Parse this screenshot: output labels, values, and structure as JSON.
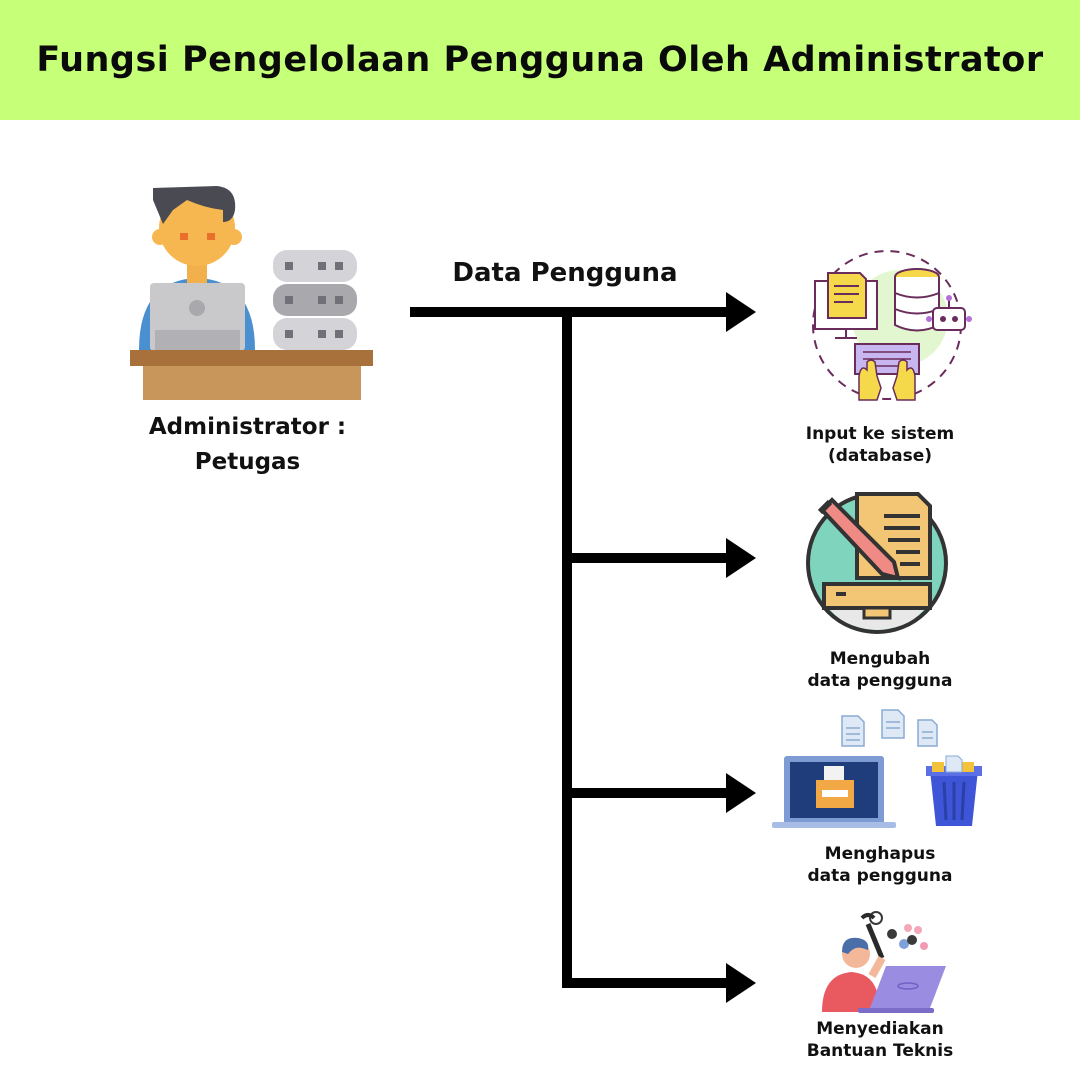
{
  "header": {
    "title": "Fungsi Pengelolaan Pengguna Oleh Administrator"
  },
  "admin": {
    "line1": "Administrator :",
    "line2": "Petugas"
  },
  "flow": {
    "label": "Data Pengguna"
  },
  "functions": [
    {
      "line1": "Input ke sistem",
      "line2": "(database)",
      "icon": "database-input-icon"
    },
    {
      "line1": "Mengubah",
      "line2": "data pengguna",
      "icon": "edit-document-icon"
    },
    {
      "line1": "Menghapus",
      "line2": "data pengguna",
      "icon": "delete-data-icon"
    },
    {
      "line1": "Menyediakan",
      "line2": "Bantuan Teknis",
      "icon": "technical-support-icon"
    }
  ],
  "colors": {
    "banner": "#c6ff78",
    "line": "#000000"
  }
}
